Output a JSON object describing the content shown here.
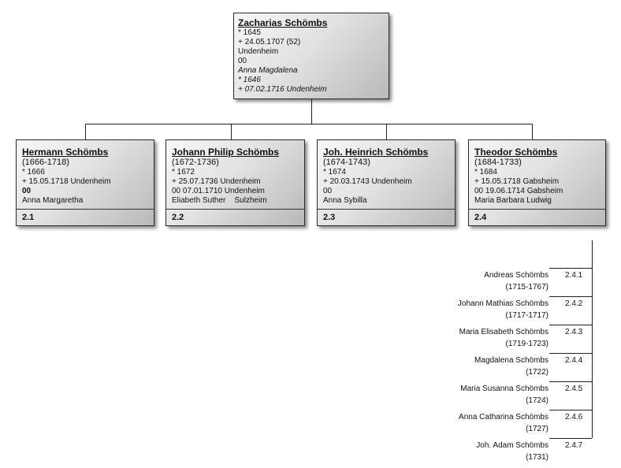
{
  "root": {
    "name": "Zacharias  Schömbs",
    "born": "* 1645",
    "died": "+ 24.05.1707 (52)",
    "place": "Undenheim",
    "marriage": "00",
    "spouse": "Anna Magdalena",
    "spouse_born": "* 1646",
    "spouse_died": "+ 07.02.1716 Undenheim"
  },
  "children": [
    {
      "name": "Hermann Schömbs",
      "range": "(1666-1718)",
      "born": "* 1666",
      "died": "+ 15.05.1718 Undenheim",
      "marriage": "00",
      "spouse": "Anna Margaretha",
      "number": "2.1"
    },
    {
      "name": "Johann Philip Schömbs",
      "range": "(1672-1736)",
      "born": "* 1672",
      "died": "+ 25.07.1736 Undenheim",
      "marriage": "00 07.01.1710 Undenheim",
      "spouse": "Eliabeth Suther    Sulzheim",
      "number": "2.2"
    },
    {
      "name": "Joh. Heinrich Schömbs",
      "range": "(1674-1743)",
      "born": "* 1674",
      "died": "+ 20.03.1743 Undenheim",
      "marriage": "00",
      "spouse": "Anna Sybilla",
      "number": "2.3"
    },
    {
      "name": "Theodor Schömbs",
      "range": "(1684-1733)",
      "born": "* 1684",
      "died": "+ 15.05.1718 Gabsheim",
      "marriage": "00 19.06.1714 Gabsheim",
      "spouse": "Maria Barbara Ludwig",
      "number": "2.4"
    }
  ],
  "grandchildren": [
    {
      "name": "Andreas Schömbs",
      "range": "(1715-1767)",
      "number": "2.4.1"
    },
    {
      "name": "Johann Mathias Schömbs",
      "range": "(1717-1717)",
      "number": "2.4.2"
    },
    {
      "name": "Maria Elisabeth Schömbs",
      "range": "(1719-1723)",
      "number": "2.4.3"
    },
    {
      "name": "Magdalena Schömbs",
      "range": "(1722)",
      "number": "2.4.4"
    },
    {
      "name": "Maria Susanna Schömbs",
      "range": "(1724)",
      "number": "2.4.5"
    },
    {
      "name": "Anna Catharina Schömbs",
      "range": "(1727)",
      "number": "2.4.6"
    },
    {
      "name": "Joh. Adam Schömbs",
      "range": "(1731)",
      "number": "2.4.7"
    }
  ]
}
